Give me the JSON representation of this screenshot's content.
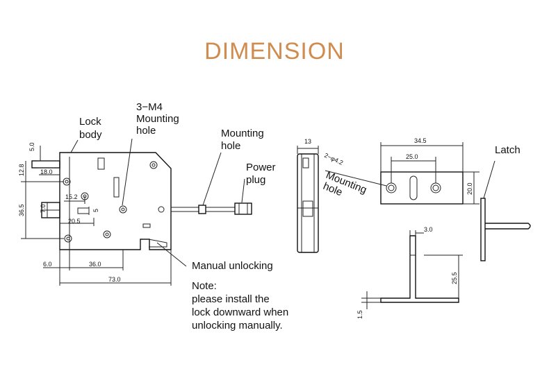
{
  "title": "DIMENSION",
  "labels": {
    "lock_body": [
      "Lock",
      "body"
    ],
    "mounting_3m4": [
      "3−M4",
      "Mounting",
      "hole"
    ],
    "mounting_hole_top": [
      "Mounting",
      "hole"
    ],
    "power_plug": [
      "Power",
      "plug"
    ],
    "manual_unlocking": "Manual unlocking",
    "note": [
      "Note:",
      "please install the",
      "lock downward when",
      "unlocking manually."
    ],
    "mounting_hole_side": [
      "Mounting",
      "hole"
    ],
    "latch": "Latch"
  },
  "dimensions": {
    "d_5_0": "5.0",
    "d_12_8": "12.8",
    "d_18_0": "18.0",
    "d_15_2": "15.2",
    "d_36_5": "36.5",
    "d_7_0": "7.0",
    "d_5": "5",
    "d_20_5": "20.5",
    "d_6_0": "6.0",
    "d_36_0": "36.0",
    "d_73_0": "73.0",
    "d_13": "13",
    "d_2phi4_2": "2−φ4.2",
    "d_34_5": "34.5",
    "d_25_0": "25.0",
    "d_20_0": "20.0",
    "d_3_0": "3.0",
    "d_25_5": "25.5",
    "d_1_5": "1.5"
  }
}
